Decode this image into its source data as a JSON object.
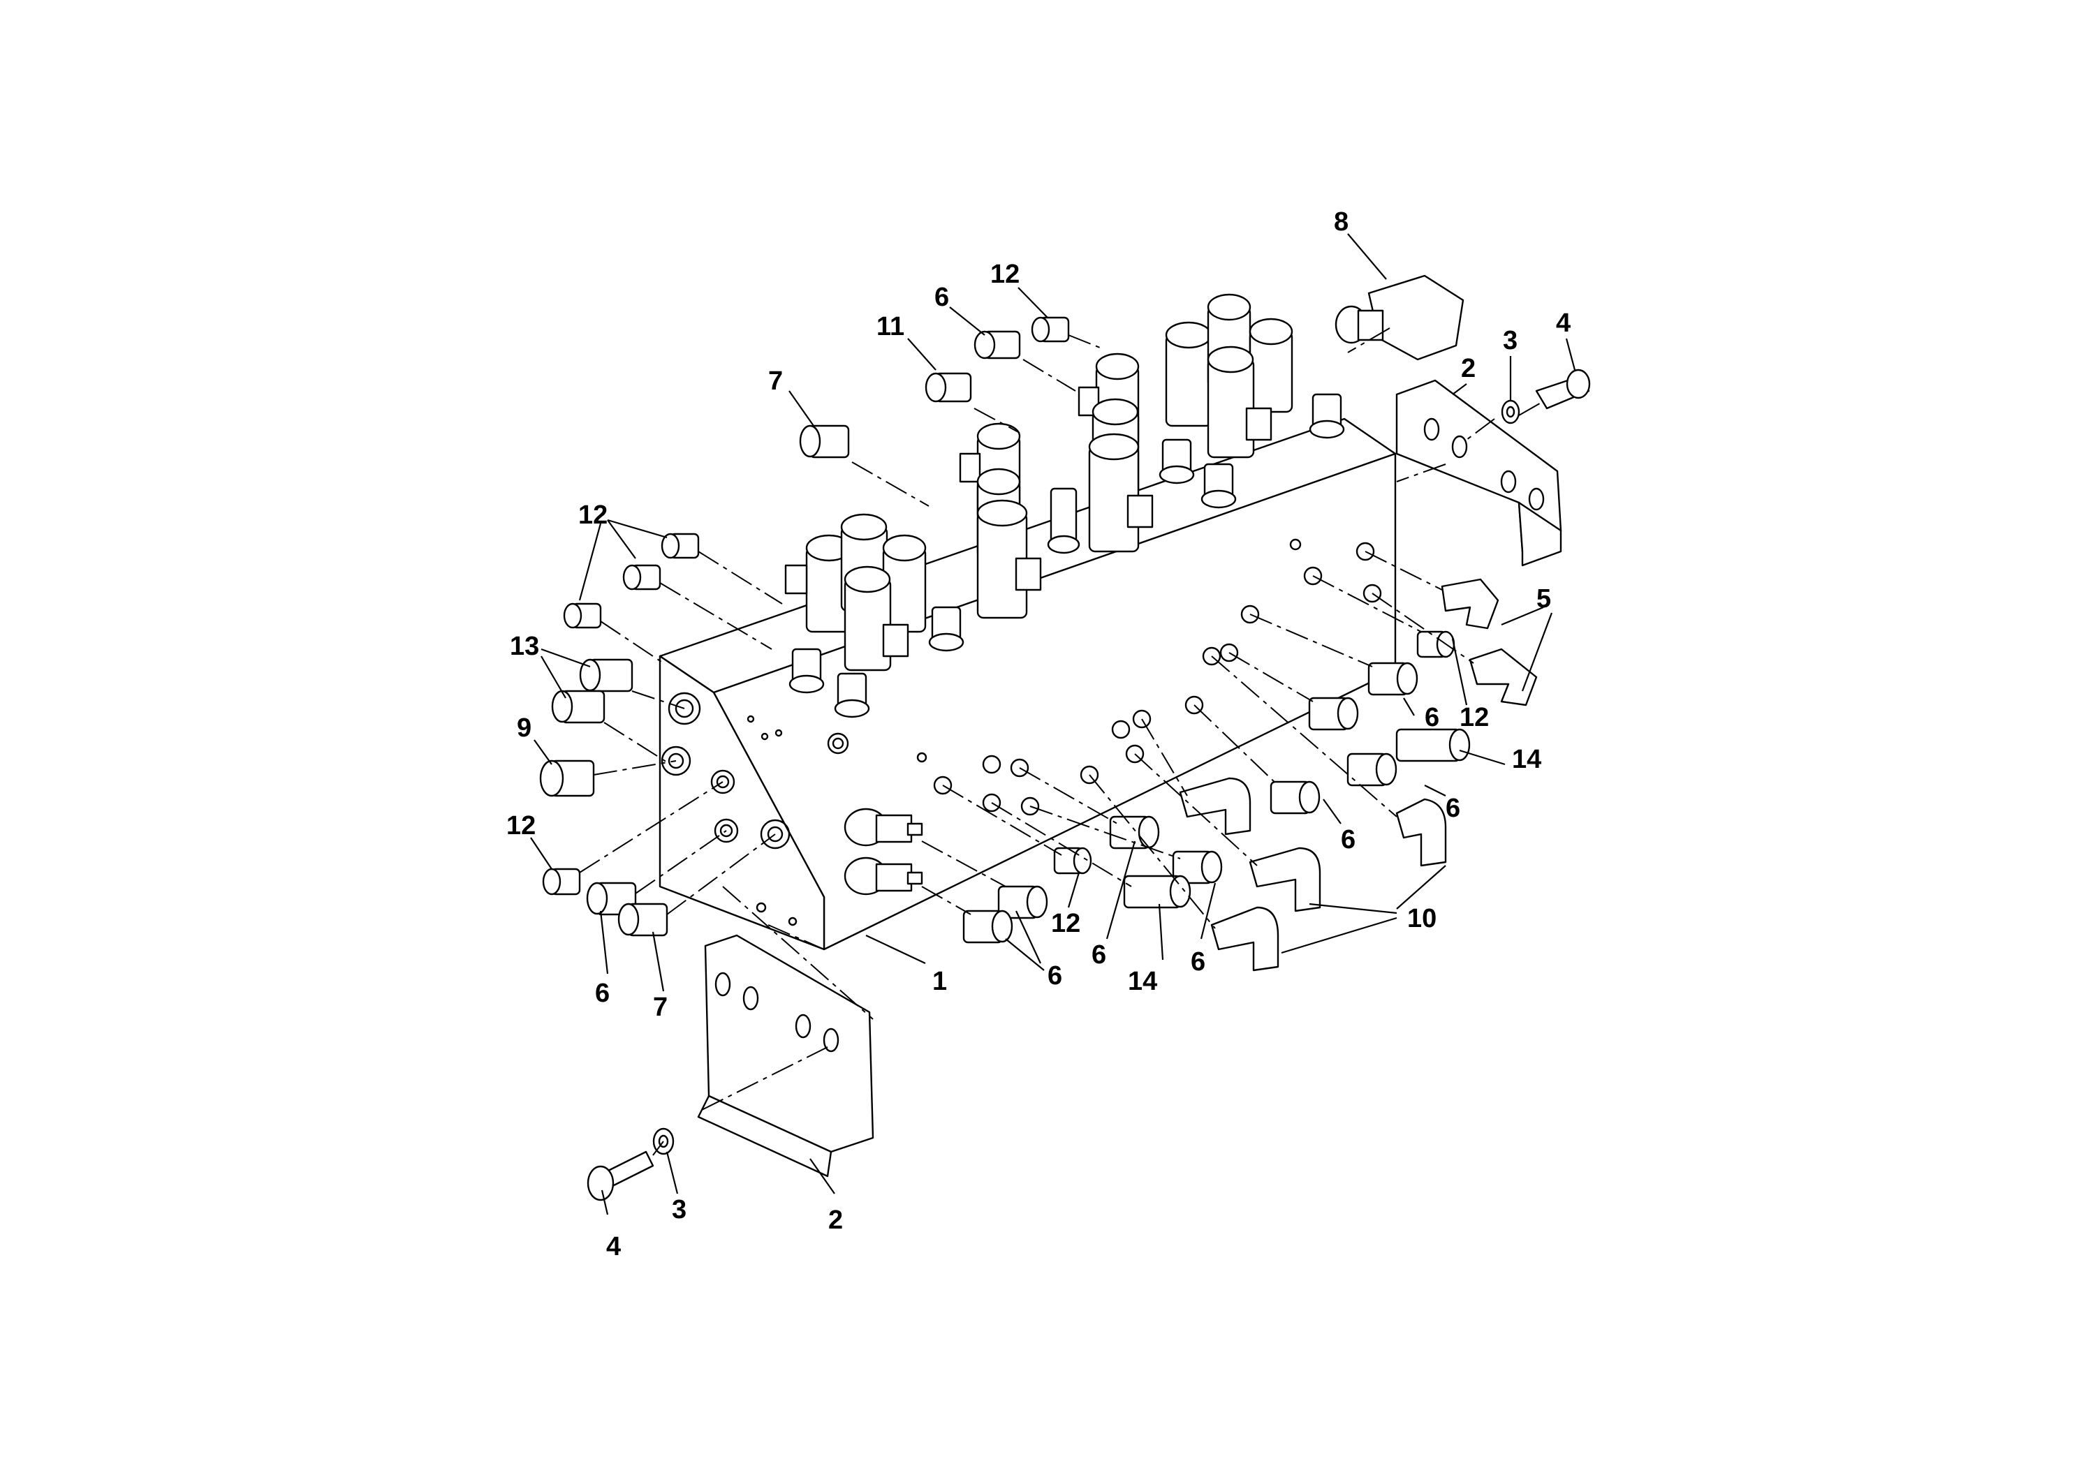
{
  "callouts": [
    {
      "id": "c8",
      "label": "8"
    },
    {
      "id": "c12a",
      "label": "12"
    },
    {
      "id": "c6a",
      "label": "6"
    },
    {
      "id": "c11",
      "label": "11"
    },
    {
      "id": "c7a",
      "label": "7"
    },
    {
      "id": "c4a",
      "label": "4"
    },
    {
      "id": "c3a",
      "label": "3"
    },
    {
      "id": "c2a",
      "label": "2"
    },
    {
      "id": "c12b",
      "label": "12"
    },
    {
      "id": "c13",
      "label": "13"
    },
    {
      "id": "c9",
      "label": "9"
    },
    {
      "id": "c12c",
      "label": "12"
    },
    {
      "id": "c6b",
      "label": "6"
    },
    {
      "id": "c7b",
      "label": "7"
    },
    {
      "id": "c1",
      "label": "1"
    },
    {
      "id": "c5",
      "label": "5"
    },
    {
      "id": "c6c",
      "label": "6"
    },
    {
      "id": "c12d",
      "label": "12"
    },
    {
      "id": "c14a",
      "label": "14"
    },
    {
      "id": "c6d",
      "label": "6"
    },
    {
      "id": "c6e",
      "label": "6"
    },
    {
      "id": "c10",
      "label": "10"
    },
    {
      "id": "c12e",
      "label": "12"
    },
    {
      "id": "c6f",
      "label": "6"
    },
    {
      "id": "c6g",
      "label": "6"
    },
    {
      "id": "c14b",
      "label": "14"
    },
    {
      "id": "c6h",
      "label": "6"
    },
    {
      "id": "c4b",
      "label": "4"
    },
    {
      "id": "c3b",
      "label": "3"
    },
    {
      "id": "c2b",
      "label": "2"
    }
  ]
}
